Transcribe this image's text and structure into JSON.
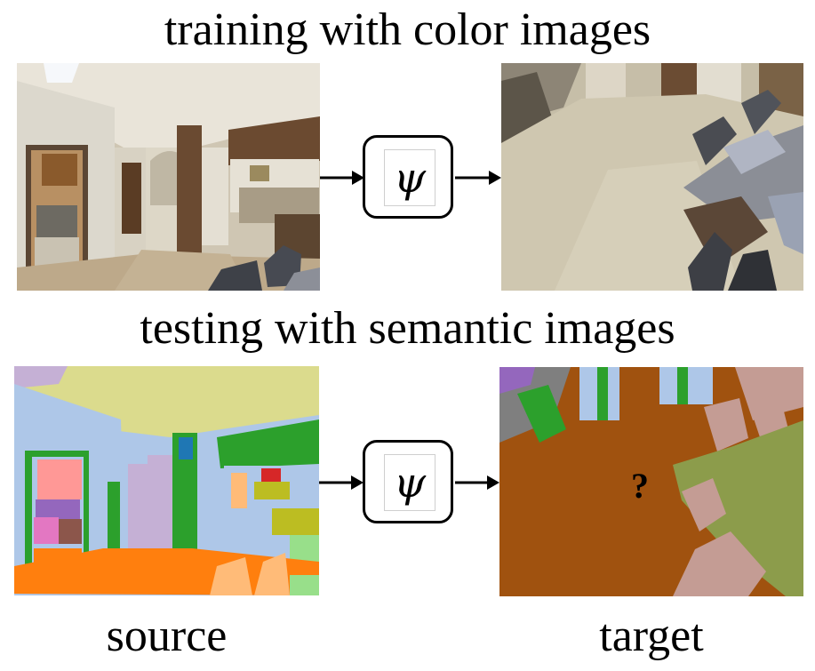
{
  "titles": {
    "top": "training with color images",
    "middle": "testing with semantic images"
  },
  "labels": {
    "source": "source",
    "target": "target",
    "unknown": "?"
  },
  "model": {
    "symbol": "ψ"
  }
}
